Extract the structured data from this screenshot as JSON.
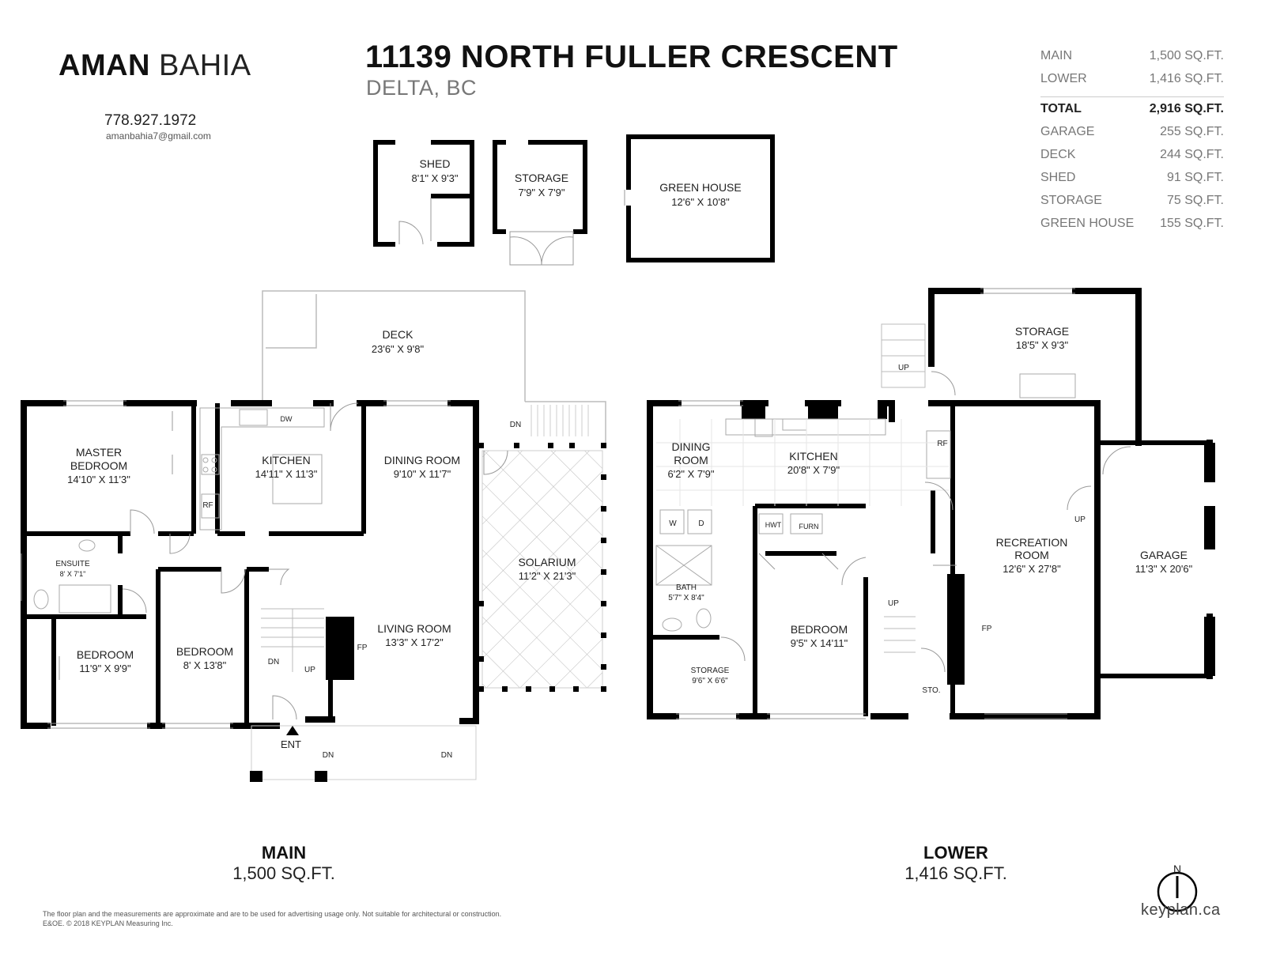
{
  "header": {
    "brand_first": "AMAN",
    "brand_last": "BAHIA",
    "phone": "778.927.1972",
    "email": "amanbahia7@gmail.com",
    "address": "11139 NORTH FULLER CRESCENT",
    "city": "DELTA, BC"
  },
  "areas": [
    {
      "label": "MAIN",
      "value": "1,500 SQ.FT."
    },
    {
      "label": "LOWER",
      "value": "1,416 SQ.FT."
    },
    {
      "label": "TOTAL",
      "value": "2,916 SQ.FT."
    },
    {
      "label": "GARAGE",
      "value": "255 SQ.FT."
    },
    {
      "label": "DECK",
      "value": "244 SQ.FT."
    },
    {
      "label": "SHED",
      "value": "91 SQ.FT."
    },
    {
      "label": "STORAGE",
      "value": "75 SQ.FT."
    },
    {
      "label": "GREEN HOUSE",
      "value": "155 SQ.FT."
    }
  ],
  "outbuildings": [
    {
      "name": "SHED",
      "dim": "8'1\" X 9'3\""
    },
    {
      "name": "STORAGE",
      "dim": "7'9\" X 7'9\""
    },
    {
      "name": "GREEN HOUSE",
      "dim": "12'6\" X 10'8\""
    }
  ],
  "main_rooms": [
    {
      "name": "DECK",
      "dim": "23'6\" X 9'8\""
    },
    {
      "name": "MASTER",
      "name2": "BEDROOM",
      "dim": "14'10\" X 11'3\""
    },
    {
      "name": "KITCHEN",
      "dim": "14'11\" X 11'3\""
    },
    {
      "name": "DINING ROOM",
      "dim": "9'10\" X 11'7\""
    },
    {
      "name": "SOLARIUM",
      "dim": "11'2\" X 21'3\""
    },
    {
      "name": "ENSUITE",
      "dim": "8' X 7'1\""
    },
    {
      "name": "BEDROOM",
      "dim": "11'9\" X 9'9\""
    },
    {
      "name": "BEDROOM",
      "dim": "8' X 13'8\""
    },
    {
      "name": "LIVING ROOM",
      "dim": "13'3\" X 17'2\""
    }
  ],
  "main_marks": {
    "dw": "DW",
    "rf": "RF",
    "fp": "FP",
    "ent": "ENT",
    "dn": "DN",
    "up": "UP"
  },
  "lower_rooms": [
    {
      "name": "STORAGE",
      "dim": "18'5\" X 9'3\""
    },
    {
      "name": "DINING",
      "name2": "ROOM",
      "dim": "6'2\" X 7'9\""
    },
    {
      "name": "KITCHEN",
      "dim": "20'8\" X 7'9\""
    },
    {
      "name": "RECREATION",
      "name2": "ROOM",
      "dim": "12'6\" X 27'8\""
    },
    {
      "name": "GARAGE",
      "dim": "11'3\" X 20'6\""
    },
    {
      "name": "BATH",
      "dim": "5'7\" X 8'4\""
    },
    {
      "name": "BEDROOM",
      "dim": "9'5\" X 14'11\""
    },
    {
      "name": "STORAGE",
      "dim": "9'6\" X 6'6\""
    }
  ],
  "lower_marks": {
    "rf": "RF",
    "hwt": "HWT",
    "furn": "FURN",
    "w": "W",
    "d": "D",
    "fp": "FP",
    "sto": "STO.",
    "up": "UP"
  },
  "floors": {
    "main_title": "MAIN",
    "main_area": "1,500 SQ.FT.",
    "lower_title": "LOWER",
    "lower_area": "1,416 SQ.FT."
  },
  "compass_label": "N",
  "footer": {
    "disclaimer_1": "The floor plan and the measurements are approximate and are to be used for advertising usage only. Not suitable for architectural or construction.",
    "disclaimer_2": "E&OE. © 2018 KEYPLAN Measuring Inc.",
    "website": "keyplan.ca"
  }
}
